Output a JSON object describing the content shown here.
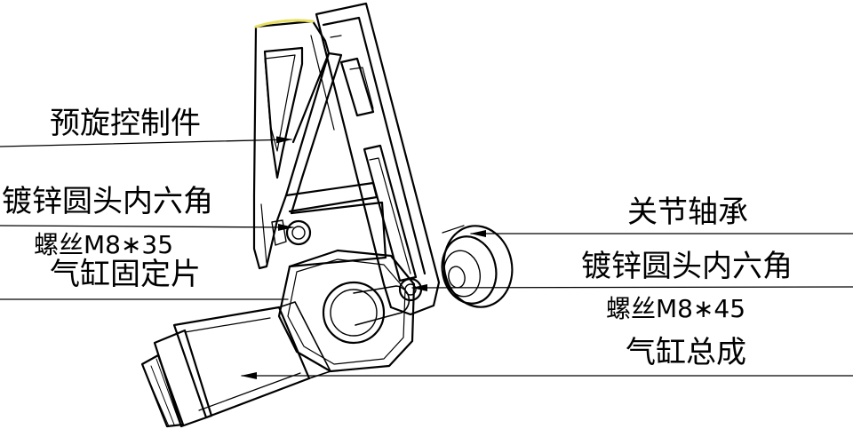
{
  "labels": {
    "prespin_control": "预旋控制件",
    "screw_left_line1": "镀锌圆头内六角",
    "screw_left_line2": "螺丝M8∗35",
    "cylinder_bracket": "气缸固定片",
    "joint_bearing": "关节轴承",
    "screw_right_line1": "镀锌圆头内六角",
    "screw_right_line2": "螺丝M8∗45",
    "cylinder_assembly": "气缸总成"
  },
  "colors": {
    "line": "#000000",
    "background": "#ffffff",
    "highlight": "#e8e060"
  }
}
